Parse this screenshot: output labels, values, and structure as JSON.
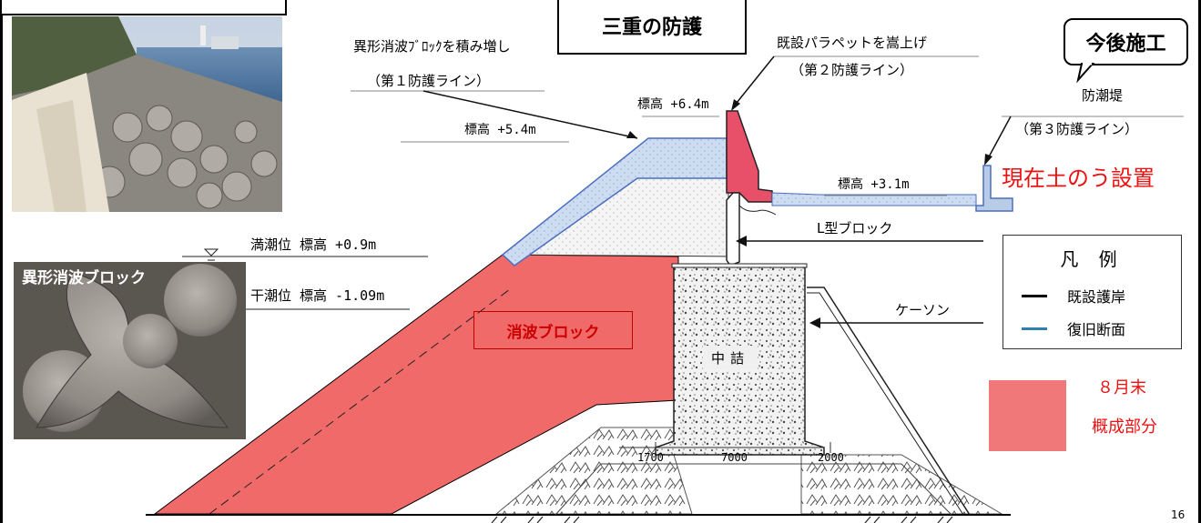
{
  "header": {
    "title": "三重の防護",
    "future_badge": "今後施工"
  },
  "labels": {
    "block_stack": "異形消波ﾌﾞﾛｯｸを積み増し",
    "block_stack_line": "（第１防護ライン）",
    "parapet_raise": "既設パラペットを嵩上げ",
    "parapet_line": "（第２防護ライン）",
    "seawall": "防潮堤",
    "seawall_line": "（第３防護ライン）",
    "elev_64": "標高 +6.4m",
    "elev_54": "標高 +5.4m",
    "elev_31": "標高 +3.1m",
    "sandbag": "現在土のう設置",
    "high_tide": "満潮位 標高 +0.9m",
    "low_tide": "干潮位 標高 -1.09m",
    "l_block": "L型ブロック",
    "caisson": "ケーソン",
    "wave_block": "消波ブロック",
    "fill": "中詰",
    "dim_1700": "1700",
    "dim_7000": "7000",
    "dim_2000": "2000",
    "photo_block_label": "異形消波ブロック",
    "page_number": "16"
  },
  "legend": {
    "title": "凡 例",
    "items": [
      {
        "label": "既設護岸",
        "color": "#000000"
      },
      {
        "label": "復旧断面",
        "color": "#2f7fb0"
      }
    ]
  },
  "status": {
    "line1": "８月末",
    "line2": "概成部分",
    "color": "#f07878"
  },
  "colors": {
    "red_fill": "#f06a6a",
    "parapet": "#e8506a",
    "blue_fill": "#c9dbee",
    "blue_line": "#4a6fc0",
    "sandbag_text": "#ee1111"
  }
}
